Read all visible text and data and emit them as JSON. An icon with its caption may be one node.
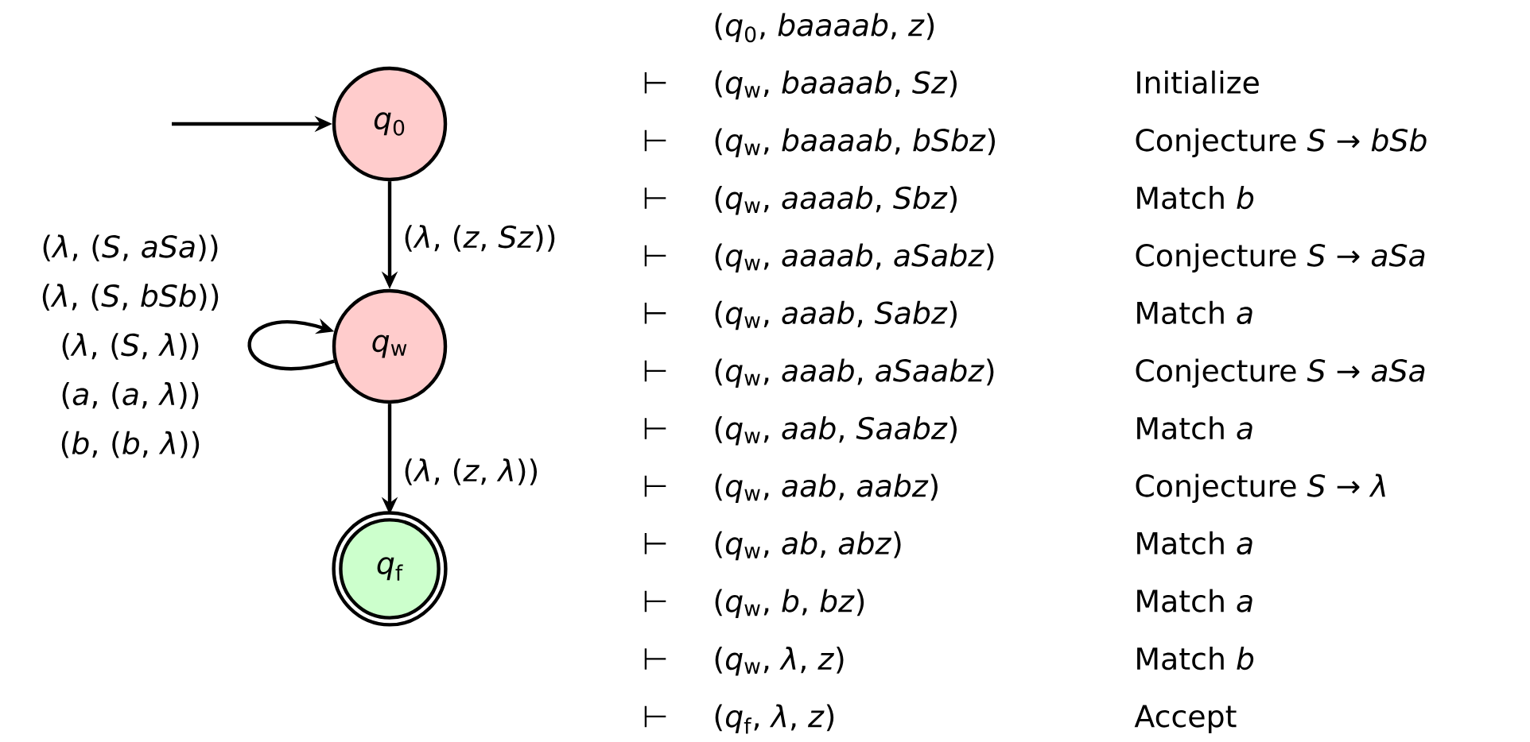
{
  "diagram": {
    "nodes": [
      {
        "text": [
          "*q*$_{0}$"
        ]
      },
      {
        "text": [
          "*q*$_{w}$"
        ]
      },
      {
        "text": [
          "*q*$_{f}$"
        ]
      }
    ],
    "edges": [
      {
        "from": null,
        "to": 0,
        "arrow": "to"
      },
      {
        "from": 0,
        "to": 1,
        "arrow": "to",
        "label": "(*λ*, (*z*, *Sz*))"
      },
      {
        "from": 1,
        "to": 1,
        "arrow": "to",
        "label": "(*λ*, (*S*, *aSa*)) (*λ*, (*S*, *bSb*)) (*λ*, (*S*, *λ*)) (*a*, (*a*, *λ*)) (*b*, (*b*, *λ*))"
      },
      {
        "from": 1,
        "to": 2,
        "arrow": "to",
        "label": "(*λ*, (*z*, *λ*))"
      }
    ],
    "labels": [
      "(*q*$_{0}$, *baaaab*, *z*)",
      "⊢",
      "(*q*$_{w}$, *baaaab*, *Sz*)",
      "Initialize",
      "⊢",
      "(*q*$_{w}$, *baaaab*, *bSbz*)",
      "Conjecture *S* → *bSb*",
      "⊢",
      "(*q*$_{w}$, *aaaab*, *Sbz*)",
      "Match *b*",
      "⊢",
      "(*q*$_{w}$, *aaaab*, *aSabz*)",
      "Conjecture *S* → *aSa*",
      "⊢",
      "(*q*$_{w}$, *aaab*, *Sabz*)",
      "Match *a*",
      "⊢",
      "(*q*$_{w}$, *aaab*, *aSaabz*)",
      "Conjecture *S* → *aSa*",
      "⊢",
      "(*q*$_{w}$, *aab*, *Saabz*)",
      "Match *a*",
      "⊢",
      "(*q*$_{w}$, *aab*, *aabz*)",
      "Conjecture *S* → *λ*",
      "⊢",
      "(*q*$_{w}$, *ab*, *abz*)",
      "Match *a*",
      "⊢",
      "(*q*$_{w}$, *b*, *bz*)",
      "Match *a*",
      "⊢",
      "(*q*$_{w}$, *λ*, *z*)",
      "Match *b*",
      "⊢",
      "(*q*$_{f}$, *λ*, *z*)",
      "Accept"
    ]
  }
}
